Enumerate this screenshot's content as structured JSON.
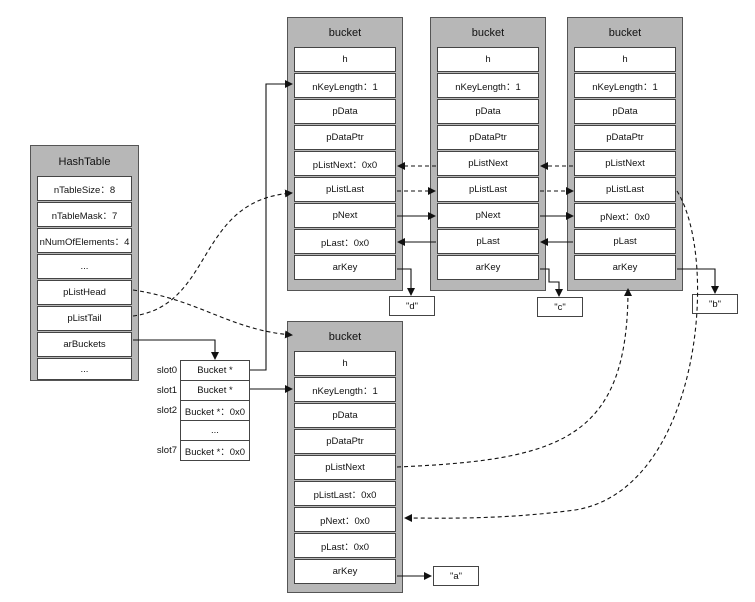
{
  "hashtable": {
    "title": "HashTable",
    "rows": [
      "nTableSize：8",
      "nTableMask：7",
      "nNumOfElements：4",
      "...",
      "pListHead",
      "pListTail",
      "arBuckets",
      "..."
    ]
  },
  "slots": {
    "labels": [
      "slot0",
      "slot1",
      "slot2",
      "",
      "slot7"
    ],
    "cells": [
      "Bucket *",
      "Bucket *",
      "Bucket *：0x0",
      "...",
      "Bucket *：0x0"
    ]
  },
  "buckets": [
    {
      "title": "bucket",
      "rows": [
        "h",
        "nKeyLength：1",
        "pData",
        "pDataPtr",
        "pListNext：0x0",
        "pListLast",
        "pNext",
        "pLast：0x0",
        "arKey"
      ],
      "key": "\"d\""
    },
    {
      "title": "bucket",
      "rows": [
        "h",
        "nKeyLength：1",
        "pData",
        "pDataPtr",
        "pListNext",
        "pListLast",
        "pNext",
        "pLast",
        "arKey"
      ],
      "key": "\"c\""
    },
    {
      "title": "bucket",
      "rows": [
        "h",
        "nKeyLength：1",
        "pData",
        "pDataPtr",
        "pListNext",
        "pListLast",
        "pNext：0x0",
        "pLast",
        "arKey"
      ],
      "key": "\"b\""
    },
    {
      "title": "bucket",
      "rows": [
        "h",
        "nKeyLength：1",
        "pData",
        "pDataPtr",
        "pListNext",
        "pListLast：0x0",
        "pNext：0x0",
        "pLast：0x0",
        "arKey"
      ],
      "key": "\"a\""
    }
  ]
}
